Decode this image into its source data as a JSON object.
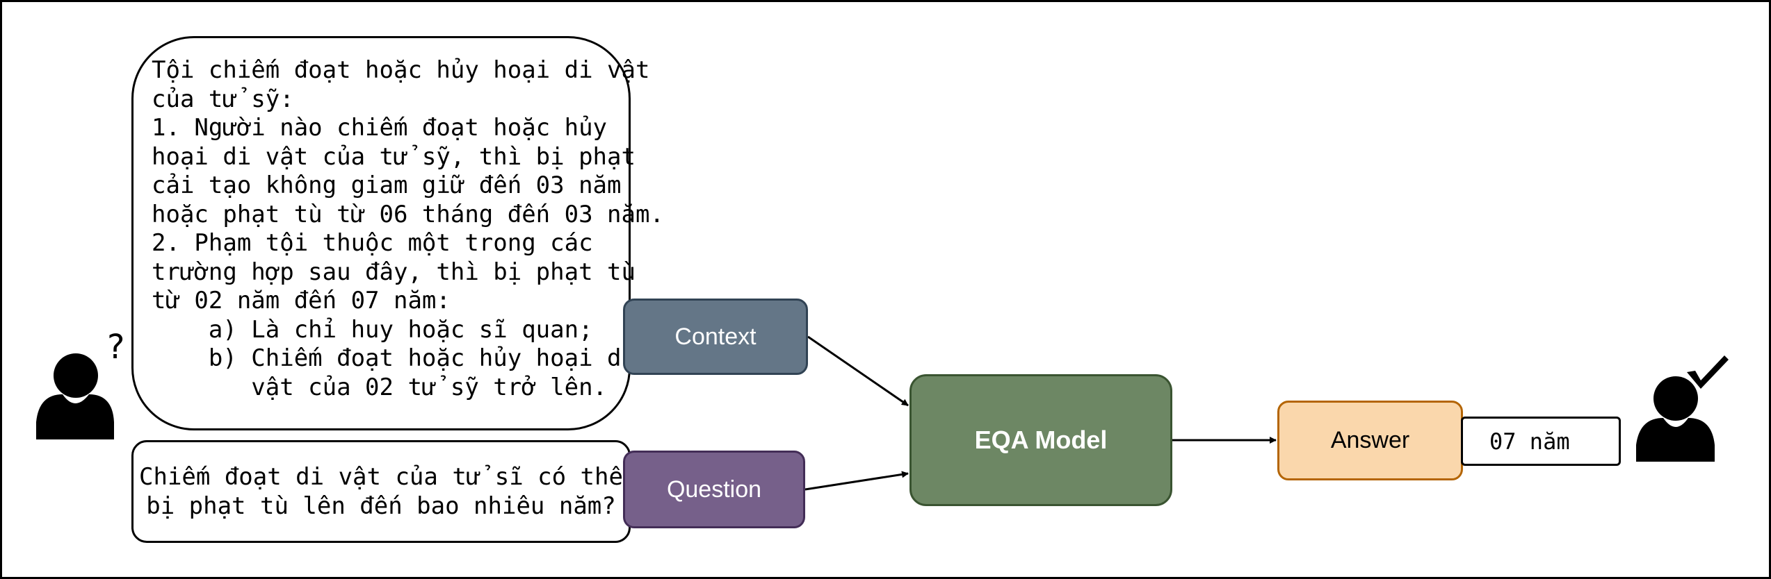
{
  "context": {
    "lines": [
      "Tội chiếm đoạt hoặc hủy hoại di vật",
      "của tử sỹ:",
      "1. Người nào chiếm đoạt hoặc hủy",
      "hoại di vật của tử sỹ, thì bị phạt",
      "cải tạo không giam giữ đến 03 năm",
      "hoặc phạt tù từ 06 tháng đến 03 năm.",
      "2. Phạm tội thuộc một trong các",
      "trường hợp sau đây, thì bị phạt tù",
      "từ 02 năm đến 07 năm:",
      "    a) Là chỉ huy hoặc sĩ quan;",
      "    b) Chiếm đoạt hoặc hủy hoại di",
      "       vật của 02 tử sỹ trở lên."
    ]
  },
  "question": {
    "lines": [
      "Chiếm đoạt di vật của tử sĩ có thể",
      "bị phạt tù lên đến bao nhiêu năm?"
    ]
  },
  "nodes": {
    "context_label": "Context",
    "question_label": "Question",
    "model_label": "EQA Model",
    "answer_label": "Answer"
  },
  "answer": {
    "value": "07 năm"
  },
  "icons": {
    "asker": "person-question-icon",
    "answerer": "person-check-icon"
  },
  "colors": {
    "context_fill": "#647687",
    "question_fill": "#76608a",
    "model_fill": "#6d8764",
    "answer_fill": "#fad7ac"
  }
}
